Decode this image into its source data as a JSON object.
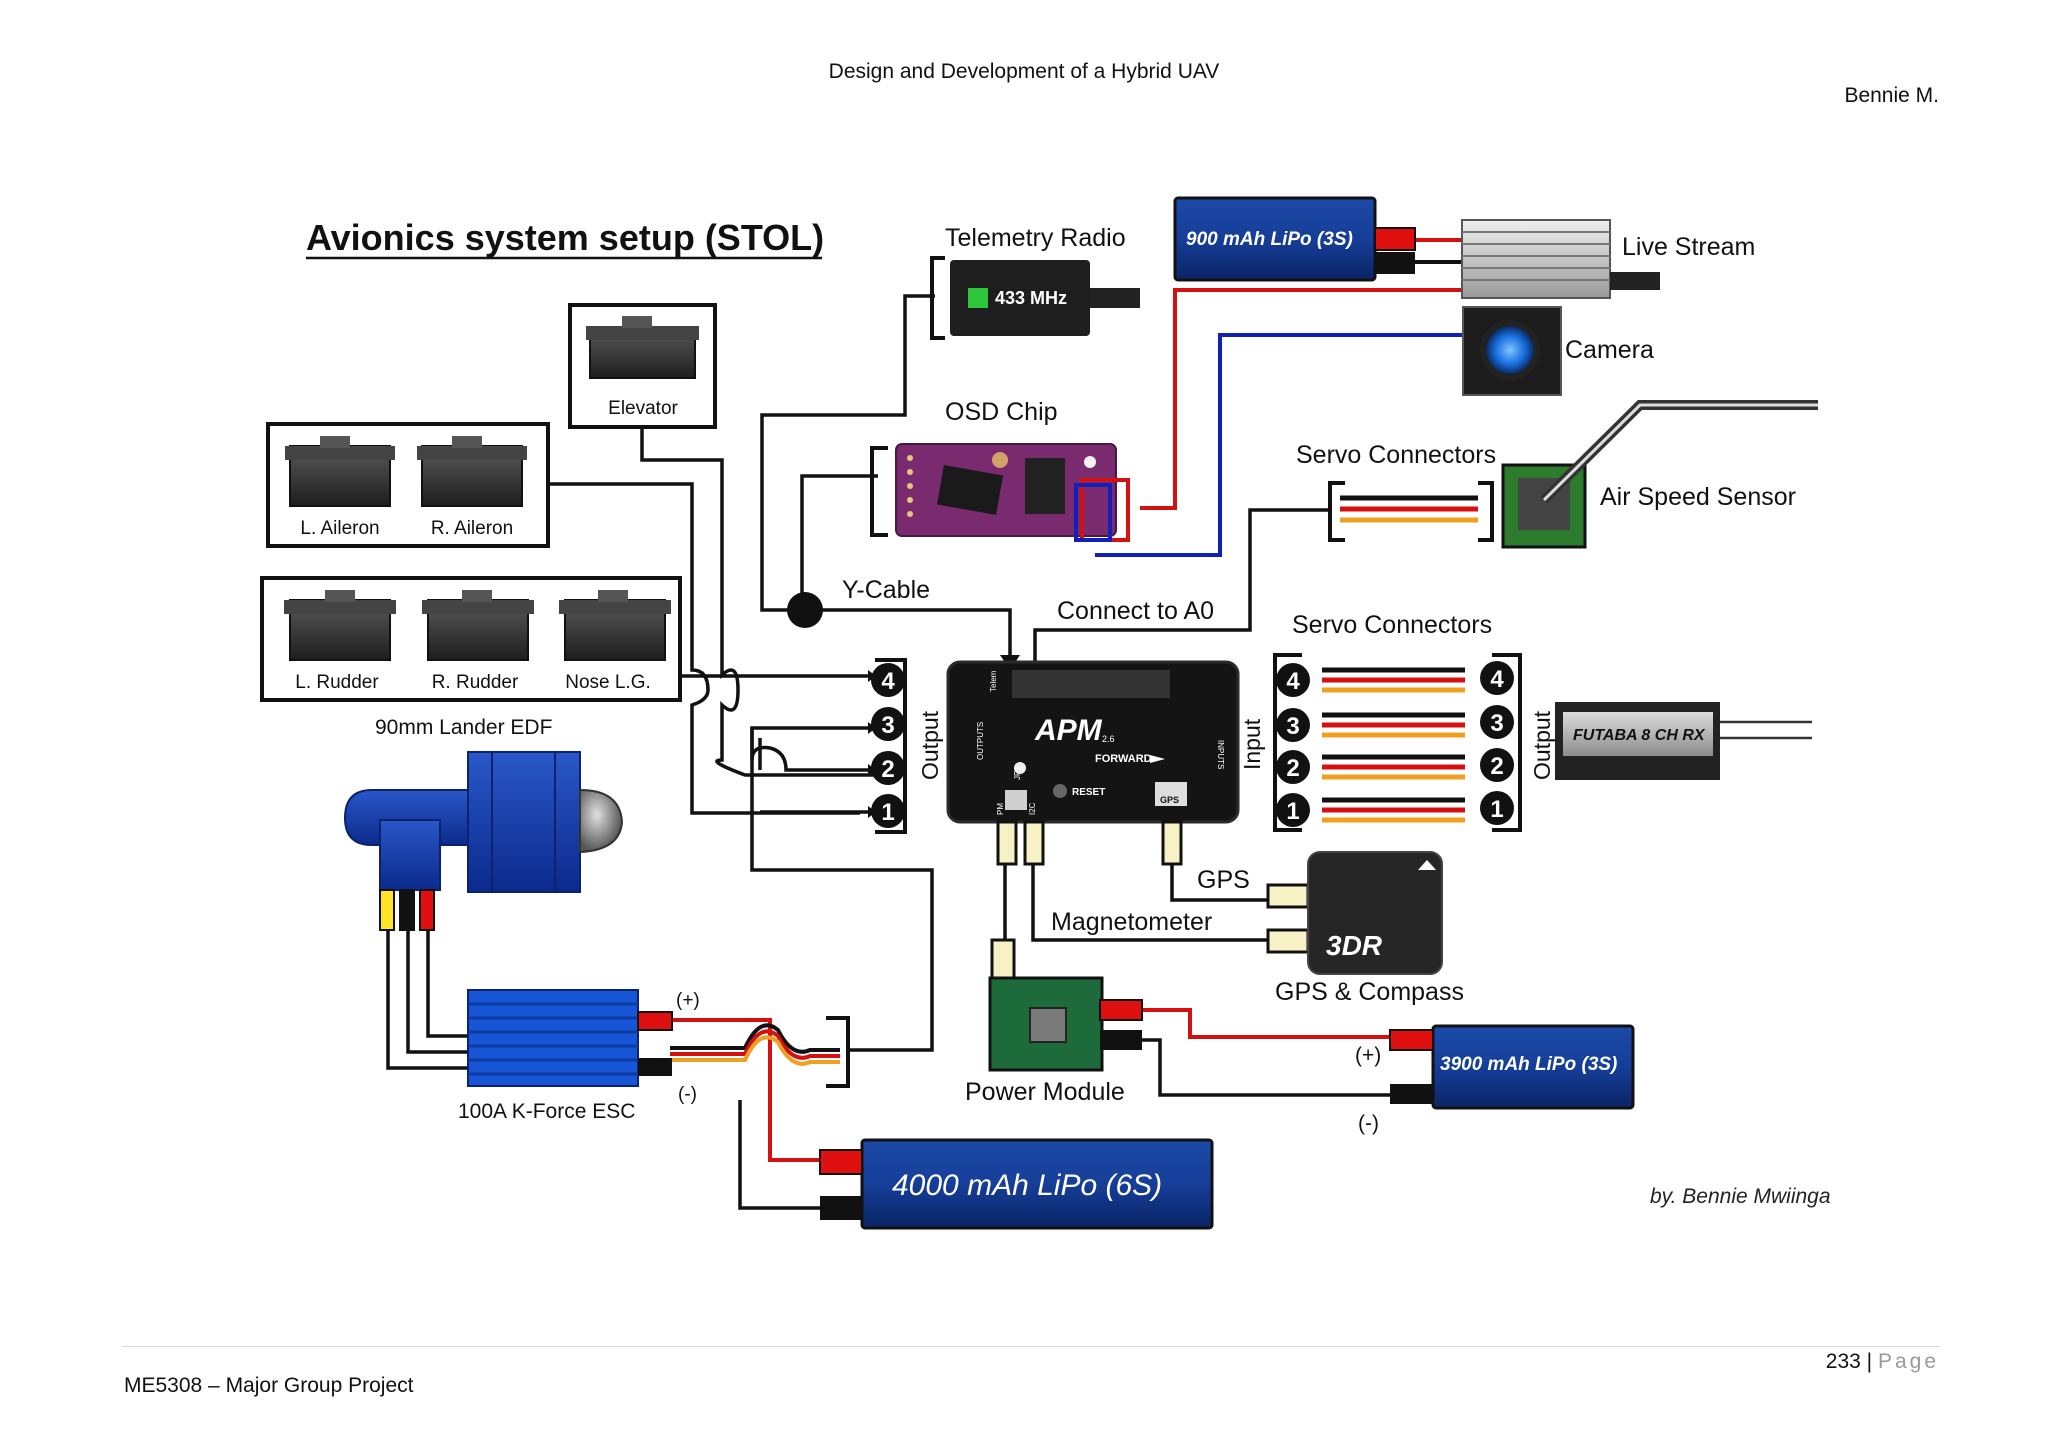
{
  "header": {
    "title": "Design and Development of a Hybrid UAV",
    "author": "Bennie M."
  },
  "footer": {
    "course": "ME5308 – Major Group Project",
    "page_number": "233",
    "page_separator": " | ",
    "page_label": "Page"
  },
  "diagram": {
    "title": "Avionics system setup (STOL)",
    "credit": "by. Bennie Mwiinga",
    "servos": {
      "elevator": "Elevator",
      "l_aileron": "L. Aileron",
      "r_aileron": "R. Aileron",
      "l_rudder": "L. Rudder",
      "r_rudder": "R. Rudder",
      "nose_lg": "Nose L.G."
    },
    "edf": "90mm Lander EDF",
    "esc": "100A K-Force ESC",
    "esc_plus": "(+)",
    "esc_minus": "(-)",
    "battery_main": "4000 mAh LiPo (6S)",
    "battery_fpv": "900 mAh LiPo (3S)",
    "battery_power": "3900 mAh LiPo (3S)",
    "batt_plus": "(+)",
    "batt_minus": "(-)",
    "telemetry": {
      "label": "Telemetry Radio",
      "freq": "433 MHz"
    },
    "osd": "OSD Chip",
    "live_stream": "Live Stream",
    "camera": "Camera",
    "servo_connectors": "Servo Connectors",
    "air_speed": "Air Speed Sensor",
    "y_cable": "Y-Cable",
    "connect_a0": "Connect to A0",
    "output": "Output",
    "input": "Input",
    "channel_numbers": [
      "4",
      "3",
      "2",
      "1"
    ],
    "apm": {
      "logo": "APM",
      "version": "2.6",
      "forward": "FORWARD",
      "reset": "RESET",
      "gps_port": "GPS",
      "telem": "Telem",
      "inputs": "INPUTS",
      "outputs": "OUTPUTS",
      "pm": "PM",
      "i2c": "I2C",
      "jp1": "JP1"
    },
    "rx": "FUTABA 8 CH RX",
    "gps": "GPS",
    "magnetometer": "Magnetometer",
    "gps_compass": "GPS & Compass",
    "gps_logo": "3DR",
    "power_module": "Power Module"
  }
}
